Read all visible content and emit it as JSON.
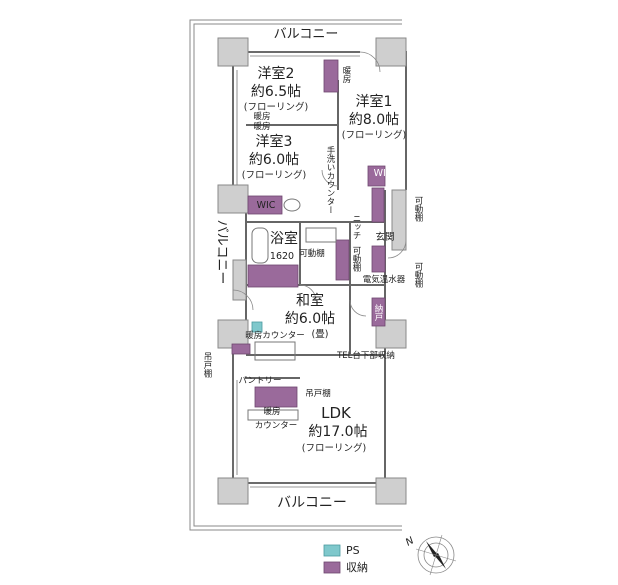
{
  "colors": {
    "storage": "#9a6a9b",
    "ps": "#7fc8cc",
    "wall": "#cfcfcf",
    "wall_stroke": "#8a8a8a",
    "line": "#555555"
  },
  "balconies": {
    "top": "バルコニー",
    "left": "バルコニー",
    "bottom": "バルコニー"
  },
  "rooms": {
    "western2": {
      "name": "洋室2",
      "size": "約6.5帖",
      "floor": "(フローリング)"
    },
    "western1": {
      "name": "洋室1",
      "size": "約8.0帖",
      "floor": "(フローリング)"
    },
    "western3": {
      "name": "洋室3",
      "size": "約6.0帖",
      "floor": "(フローリング)"
    },
    "bath": {
      "name": "浴室",
      "size": "1620"
    },
    "washitsu": {
      "name": "和室",
      "size": "約6.0帖",
      "floor": "(畳)"
    },
    "ldk": {
      "name": "LDK",
      "size": "約17.0帖",
      "floor": "(フローリング)"
    }
  },
  "labels": {
    "danbo_vertical": "暖房",
    "danbo_a": "暖房",
    "danbo_b": "暖房",
    "handwash": "手洗いカウンター",
    "wic_top": "WIC",
    "wic_left": "WIC",
    "niche": "ニッチ",
    "movable_shelf_center": "可動棚",
    "movable_shelf_bath": "可動棚",
    "movable_shelf_right1": "可動棚",
    "movable_shelf_right2": "可動棚",
    "genkan": "玄関",
    "water_heater": "電気温水器",
    "nado": "納戸",
    "danbo_counter": "暖房カウンター",
    "tel": "TEL台下部収納",
    "tsuridana_left": "吊戸棚",
    "pantry": "パントリー",
    "tsuridana_kitchen": "吊戸棚",
    "danbo_kitchen": "暖房",
    "counter": "カウンター"
  },
  "legend": [
    {
      "key": "ps",
      "label": "PS"
    },
    {
      "key": "storage",
      "label": "収納"
    }
  ],
  "compass": {
    "label": "N"
  }
}
